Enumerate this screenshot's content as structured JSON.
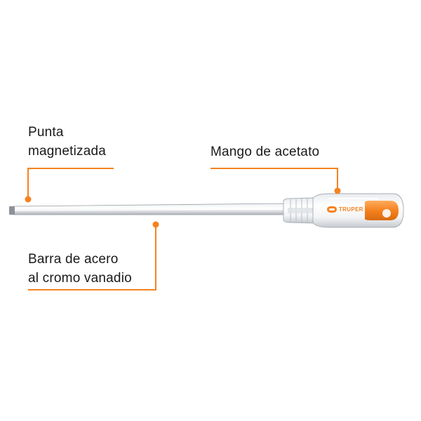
{
  "colors": {
    "accent": "#f58220",
    "text": "#1a1a1a",
    "shaft": "#c9cdd2"
  },
  "callouts": {
    "punta": {
      "line1": "Punta",
      "line2": "magnetizada"
    },
    "mango": {
      "line1": "Mango de acetato"
    },
    "barra": {
      "line1": "Barra de acero",
      "line2": "al cromo vanadio"
    }
  },
  "handle": {
    "brand": "TRUPER",
    "brand_icon": "truper-logo-icon"
  }
}
